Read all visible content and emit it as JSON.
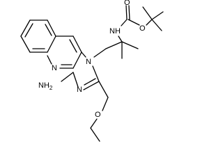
{
  "molecule": {
    "atom_labels": {
      "nh": "NH",
      "o_carbonyl": "O",
      "o_ester": "O",
      "n_quinoline": "N",
      "n_imidazole_ring": "N",
      "n_imidazole": "N",
      "nh2": "NH",
      "nh2_sub": "2",
      "o_ether": "O"
    },
    "colors": {
      "bond": "#000000",
      "label": "#000000",
      "background": "#ffffff"
    }
  }
}
